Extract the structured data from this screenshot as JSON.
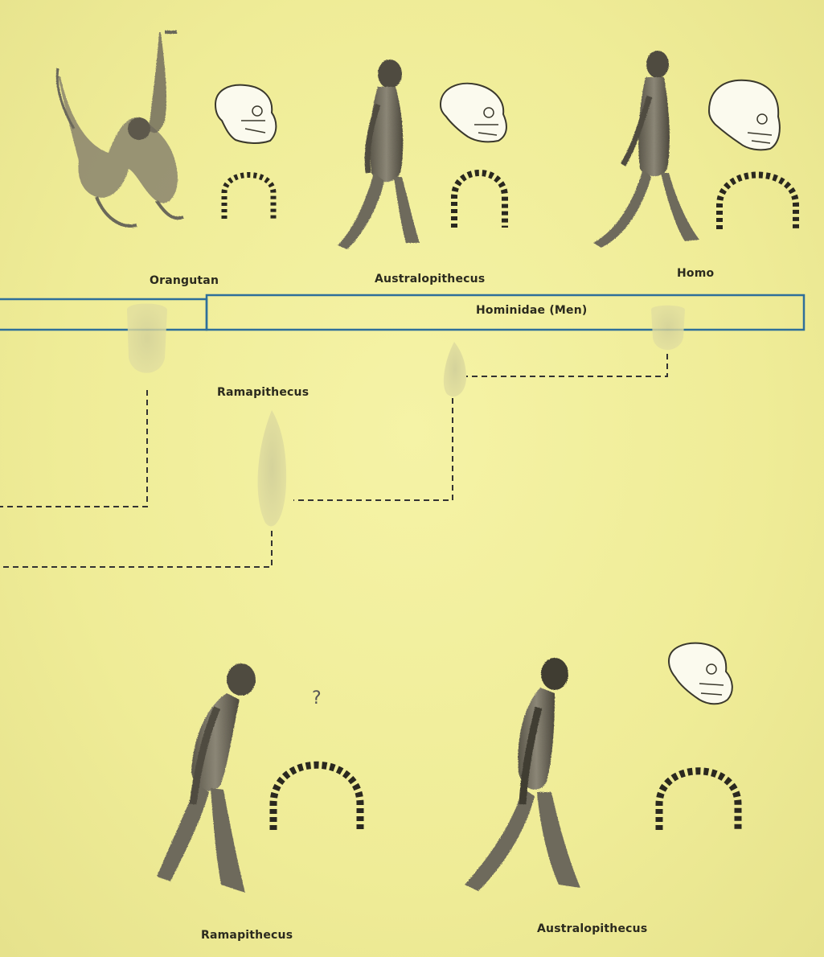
{
  "species_top": {
    "orangutan": "Orangutan",
    "australopithecus": "Australopithecus",
    "homo": "Homo"
  },
  "family_bar": {
    "label": "Hominidae (Men)",
    "color": "#2e6f9a"
  },
  "lineage_label": "Ramapithecus",
  "species_bottom": {
    "ramapithecus": "Ramapithecus",
    "ramapithecus_skull_unknown": "?",
    "australopithecus": "Australopithecus"
  },
  "colors": {
    "background": "#f2ef9c",
    "ink": "#2b2a1e",
    "dashed_line": "#333333",
    "lineage_shape": "#d9d7a4"
  }
}
